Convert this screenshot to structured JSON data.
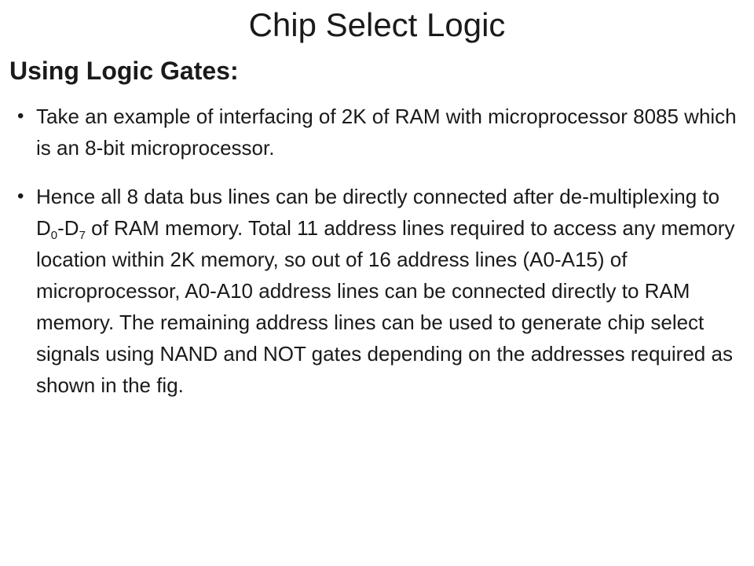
{
  "slide": {
    "title": "Chip Select Logic",
    "heading": "Using Logic Gates:",
    "bullet_glyph": "•",
    "bullets": [
      {
        "text": "Take an example of interfacing of 2K of RAM with microprocessor 8085 which is an 8-bit microprocessor."
      },
      {
        "part1": "Hence all 8 data bus lines can be directly connected after de-multiplexing to D",
        "sub1": "0",
        "part2": "-D",
        "sub2": "7",
        "part3": " of RAM memory. Total 11 address lines required to access any memory location within 2K memory, so out of 16 address lines (A0-A15) of microprocessor, A0-A10 address lines can be connected directly to RAM memory. The remaining address lines can be used to generate chip select signals using NAND and NOT gates depending on the addresses required as shown in the fig."
      }
    ]
  }
}
